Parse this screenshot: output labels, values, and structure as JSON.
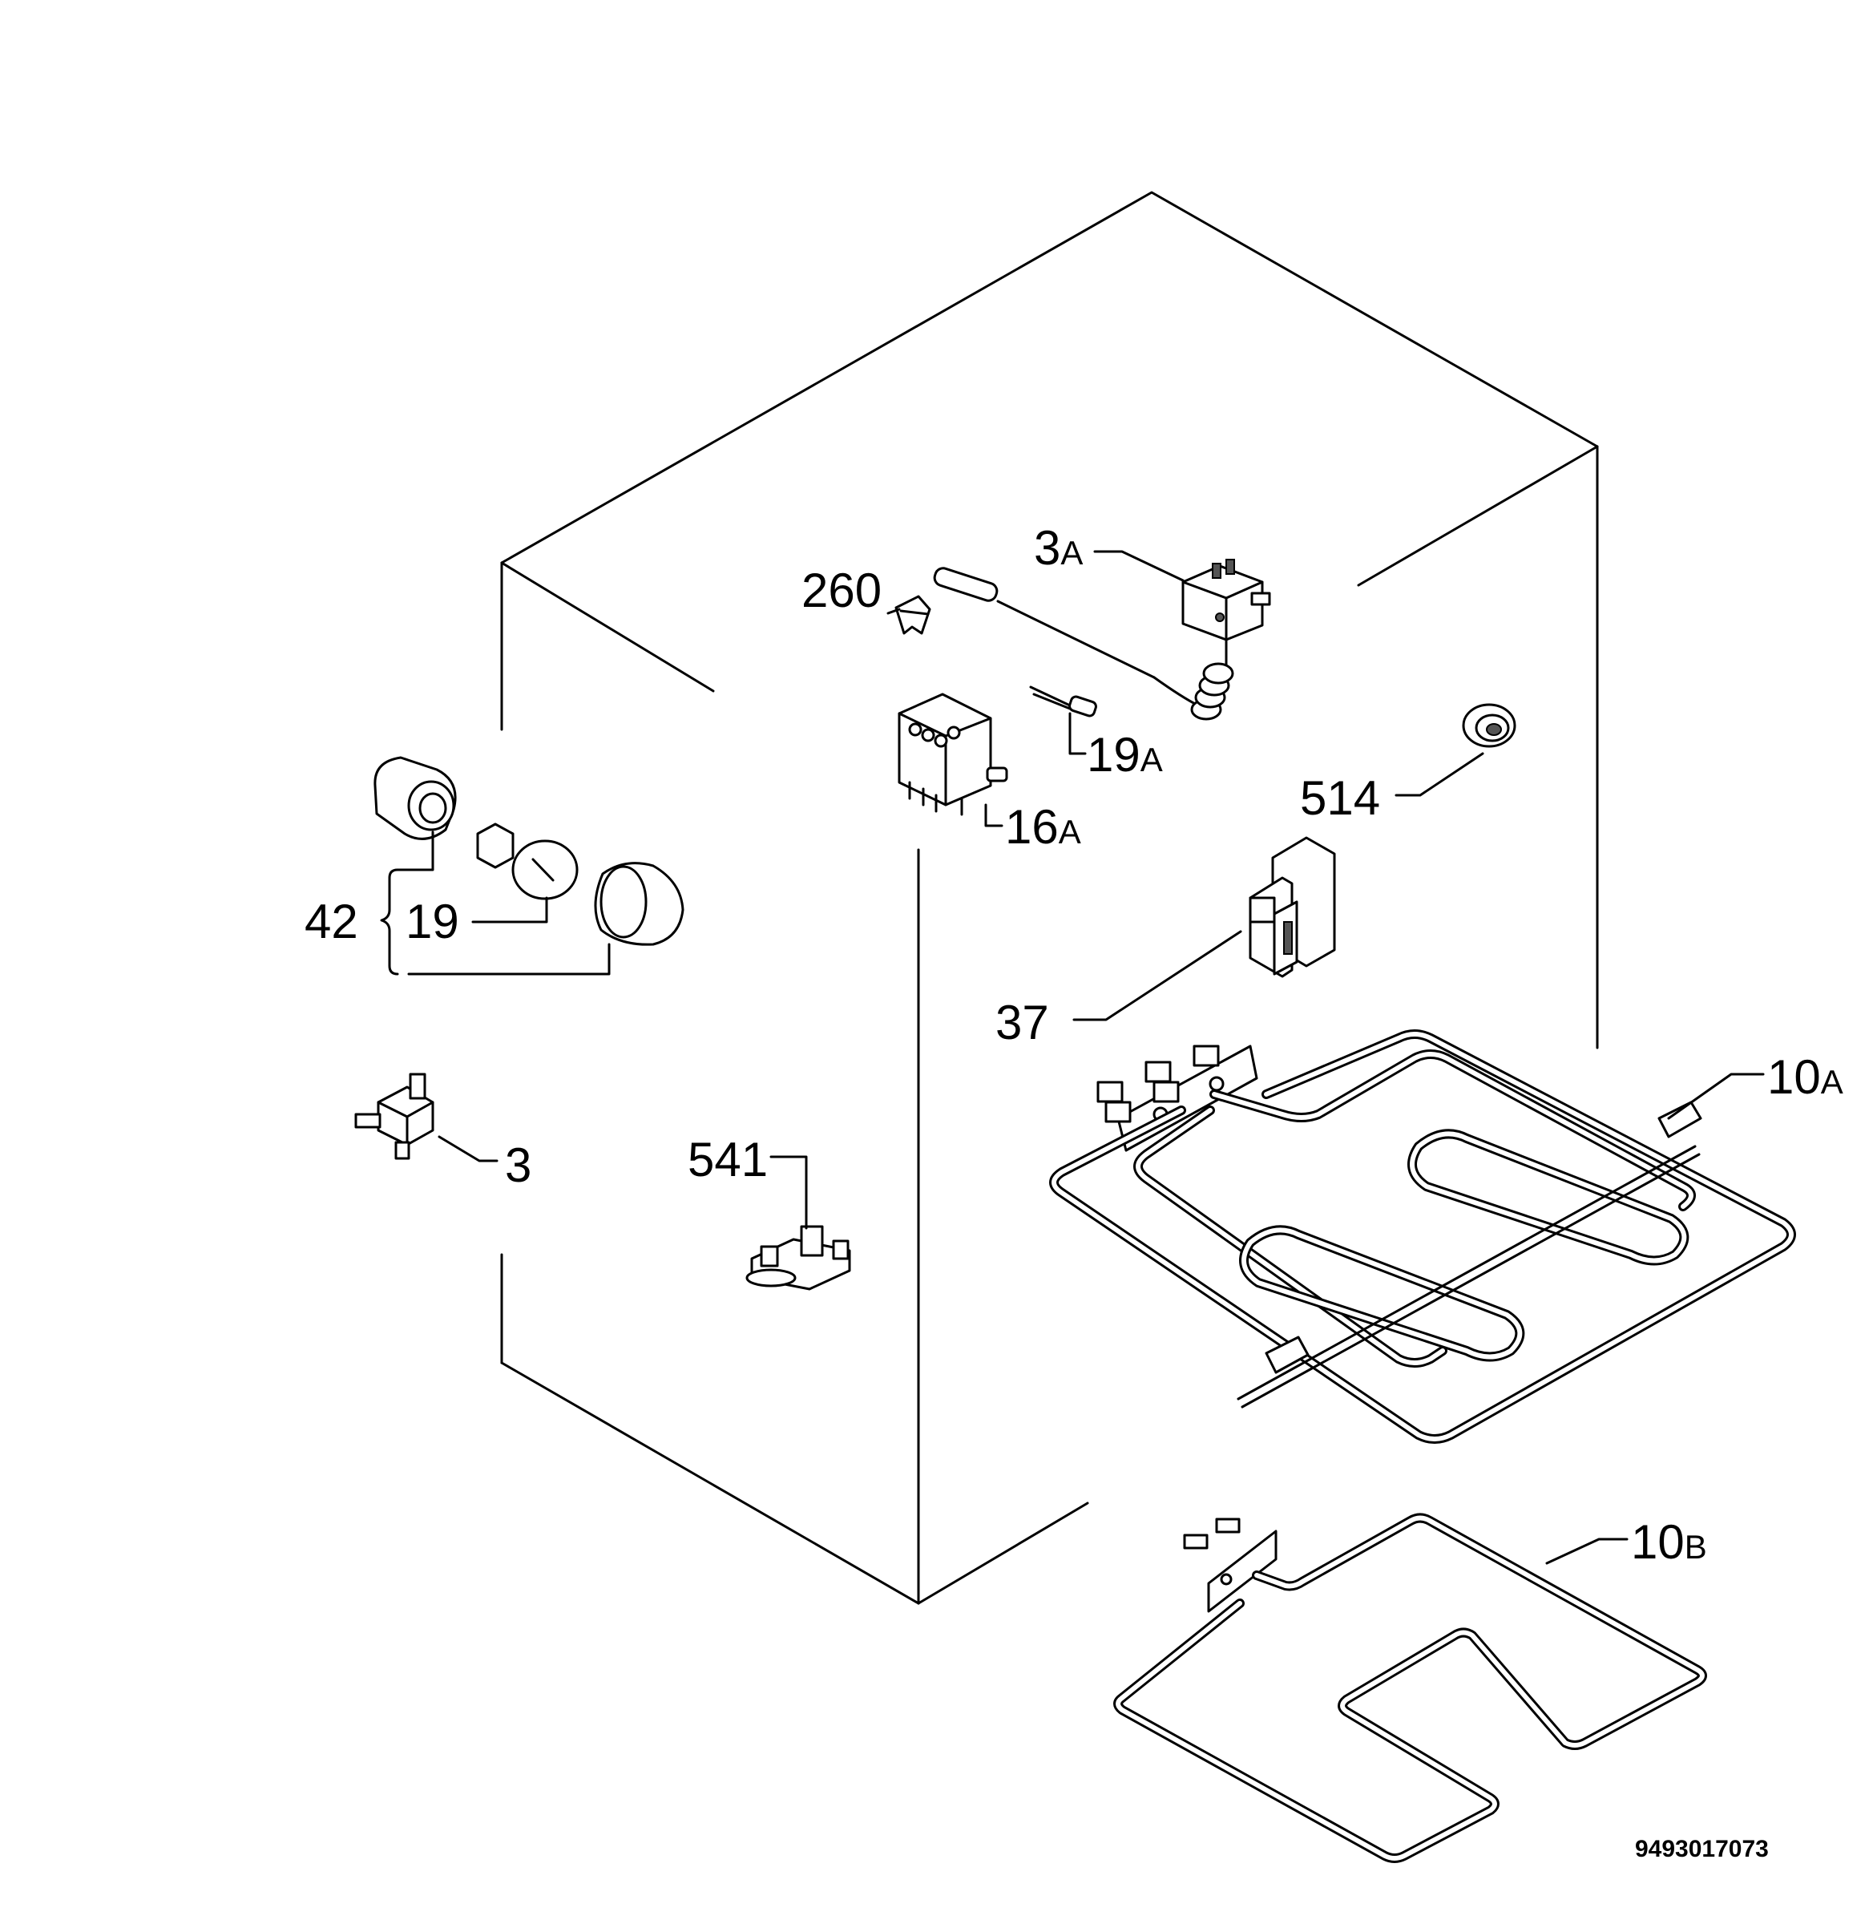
{
  "labels": {
    "p260": "260",
    "p3a_num": "3",
    "p3a_suf": "A",
    "p19a_num": "19",
    "p19a_suf": "A",
    "p16a_num": "16",
    "p16a_suf": "A",
    "p514": "514",
    "p42": "42",
    "p19": "19",
    "p37": "37",
    "p10a_num": "10",
    "p10a_suf": "A",
    "p3": "3",
    "p541": "541",
    "p10b_num": "10",
    "p10b_suf": "B"
  },
  "document_number": "9493017073"
}
